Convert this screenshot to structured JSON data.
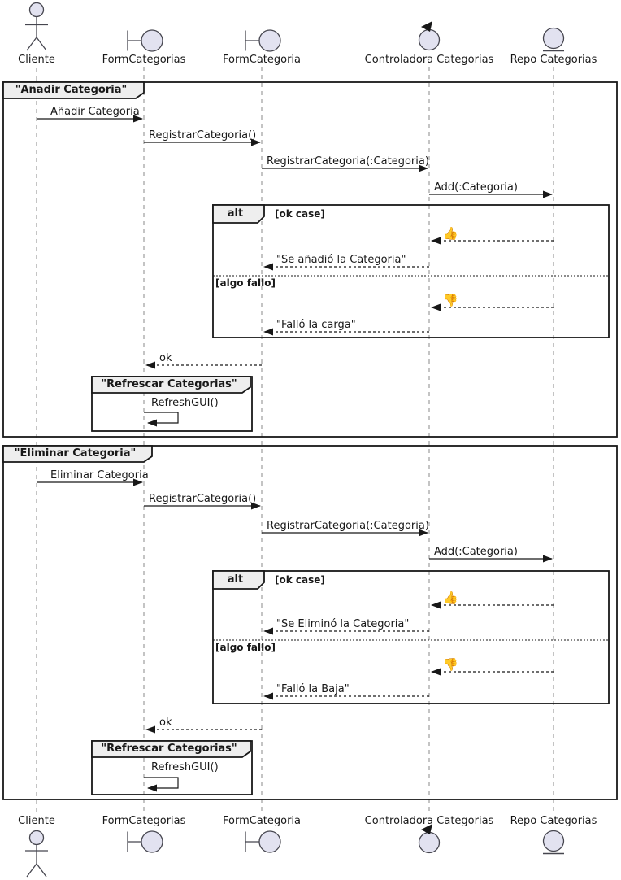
{
  "participants": [
    {
      "name": "Cliente",
      "type": "actor"
    },
    {
      "name": "FormCategorias",
      "type": "boundary"
    },
    {
      "name": "FormCategoria",
      "type": "boundary"
    },
    {
      "name": "Controladora Categorias",
      "type": "control"
    },
    {
      "name": "Repo Categorias",
      "type": "entity"
    }
  ],
  "frames": [
    {
      "title": "\"Añadir Categoria\"",
      "alt_label": "alt",
      "guards": [
        "[ok case]",
        "[algo fallo]"
      ],
      "inner_title": "\"Refrescar Categorias\"",
      "messages": {
        "request": "Añadir Categoria",
        "register_call": "RegistrarCategoria()",
        "register_param_call": "RegistrarCategoria(:Categoria)",
        "add_call": "Add(:Categoria)",
        "ok_thumb": "👍",
        "ok_reply": "\"Se añadió la Categoria\"",
        "fail_thumb": "👎",
        "fail_reply": "\"Falló la carga\"",
        "return_ok": "ok",
        "refresh_call": "RefreshGUI()"
      }
    },
    {
      "title": "\"Eliminar Categoria\"",
      "alt_label": "alt",
      "guards": [
        "[ok case]",
        "[algo fallo]"
      ],
      "inner_title": "\"Refrescar Categorias\"",
      "messages": {
        "request": "Eliminar Categoria",
        "register_call": "RegistrarCategoria()",
        "register_param_call": "RegistrarCategoria(:Categoria)",
        "add_call": "Add(:Categoria)",
        "ok_thumb": "👍",
        "ok_reply": "\"Se Eliminó la Categoria\"",
        "fail_thumb": "👎",
        "fail_reply": "\"Falló la Baja\"",
        "return_ok": "ok",
        "refresh_call": "RefreshGUI()"
      }
    }
  ],
  "colors": {
    "line": "#181818",
    "lifeline": "#888888",
    "shape_fill": "#E2E2F0",
    "shape_stroke": "#46464f",
    "frame_title_bg": "#EEEEEE",
    "background": "#ffffff"
  }
}
